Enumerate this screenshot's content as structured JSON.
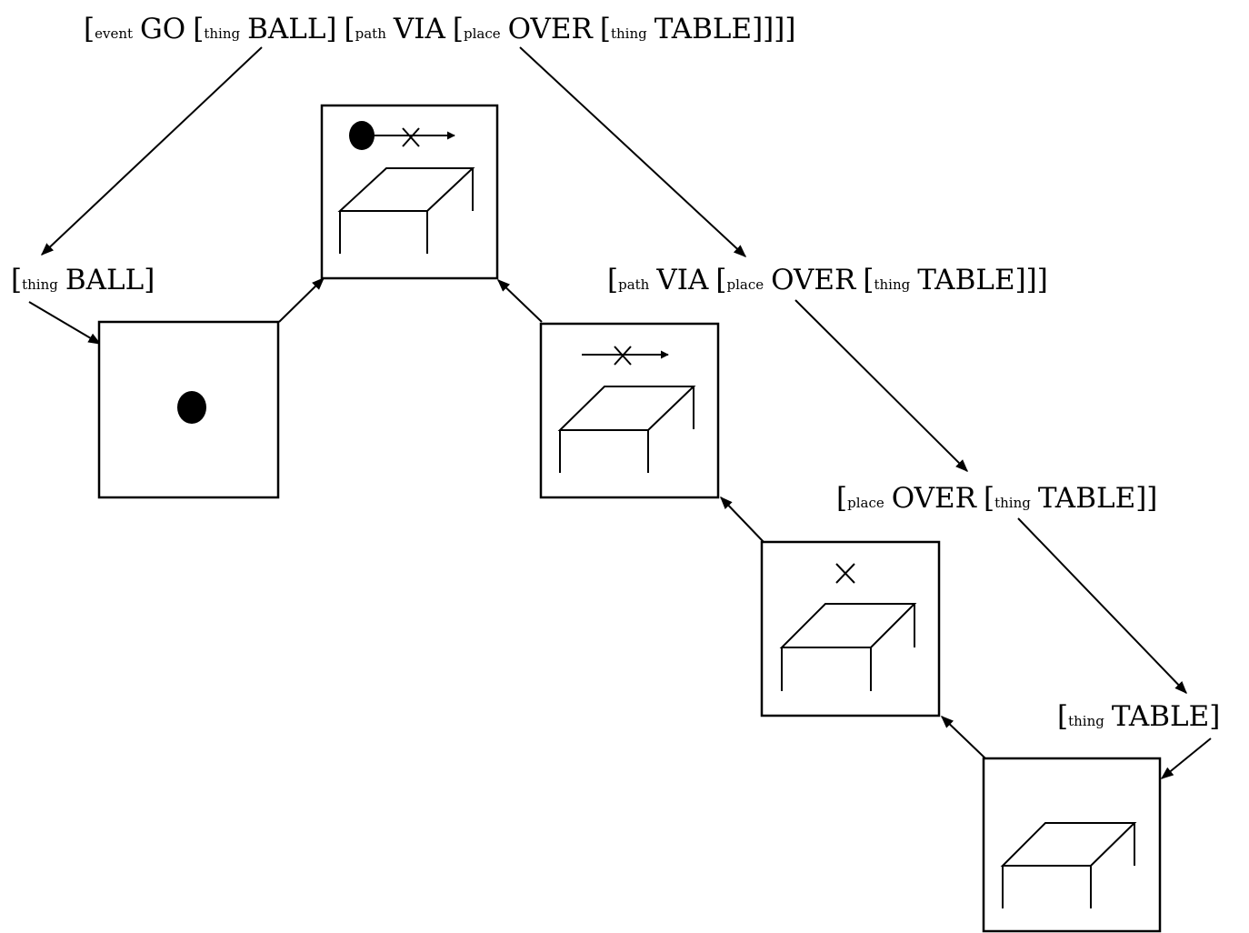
{
  "labels": {
    "event": {
      "bracket_open": "[",
      "event_tag": "event",
      "go": "GO",
      "thing_tag_1": "thing",
      "ball": "BALL]",
      "path_tag": "path",
      "via": "VIA",
      "place_tag": "place",
      "over": "OVER",
      "thing_tag_2": "thing",
      "table": "TABLE]]]]"
    },
    "thing_ball": {
      "tag": "thing",
      "word": "BALL]"
    },
    "path": {
      "path_tag": "path",
      "via": "VIA",
      "place_tag": "place",
      "over": "OVER",
      "thing_tag": "thing",
      "table": "TABLE]]]"
    },
    "place": {
      "place_tag": "place",
      "over": "OVER",
      "thing_tag": "thing",
      "table": "TABLE]]"
    },
    "thing_table": {
      "tag": "thing",
      "word": "TABLE]"
    }
  },
  "panels": [
    {
      "id": "ball",
      "icon": "ball-icon"
    },
    {
      "id": "go-ball-over-table",
      "icon": "ball-path-over-table-icon"
    },
    {
      "id": "path-via-over-table",
      "icon": "path-over-table-icon"
    },
    {
      "id": "place-over-table",
      "icon": "place-over-table-icon"
    },
    {
      "id": "table",
      "icon": "table-icon"
    }
  ]
}
